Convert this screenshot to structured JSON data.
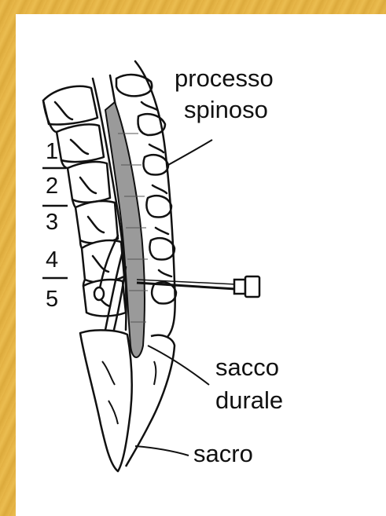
{
  "labels": {
    "processo_line1": "processo",
    "processo_line2": "spinoso",
    "sacco_line1": "sacco",
    "sacco_line2": "durale",
    "sacro": "sacro"
  },
  "vertebra_numbers": [
    "1",
    "2",
    "3",
    "4",
    "5"
  ],
  "colors": {
    "border": "#e8b84a",
    "background": "#ffffff",
    "ink": "#111111",
    "dural_sac": "#9a9a9a"
  }
}
